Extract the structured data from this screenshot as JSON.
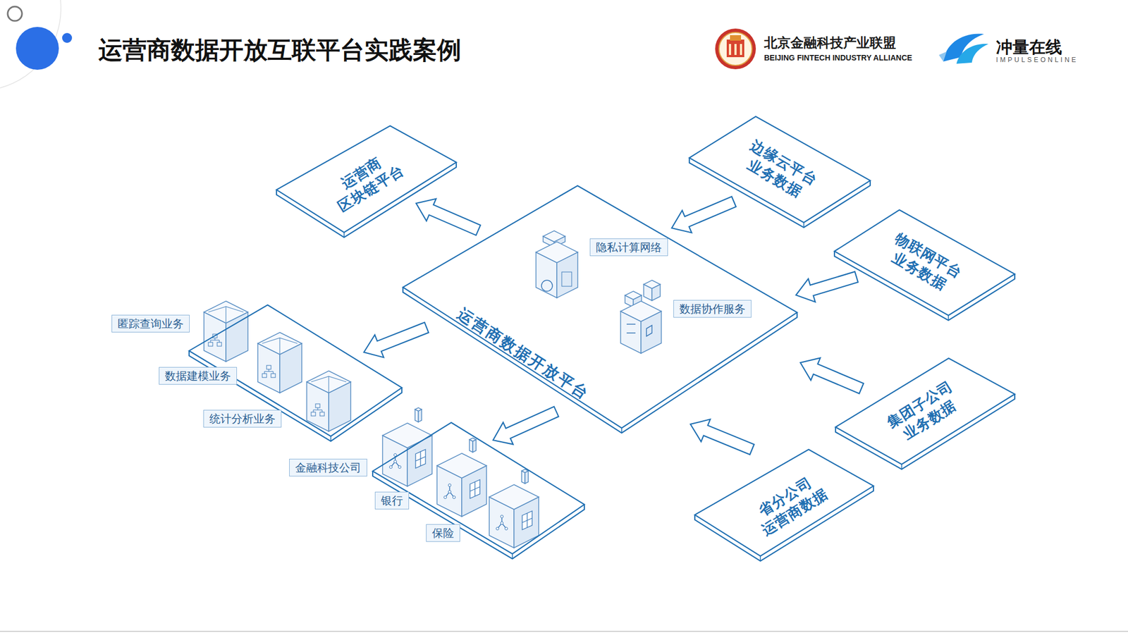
{
  "diagram": {
    "title": "运营商数据开放互联平台实践案例",
    "nodes": [
      {
        "text": [
          "运营商 区块链平台"
        ]
      },
      {
        "text": [
          "边缘云平台 业务数据"
        ]
      },
      {
        "text": [
          "物联网平台 业务数据"
        ]
      },
      {
        "text": [
          "运营商数据开放平台"
        ]
      },
      {
        "text": [
          "隐私计算网络"
        ],
        "in": 3
      },
      {
        "text": [
          "数据协作服务"
        ],
        "in": 3
      },
      {
        "text": [
          "匿踪查询业务",
          "数据建模业务",
          "统计分析业务"
        ]
      },
      {
        "text": [
          "集团子公司 业务数据"
        ]
      },
      {
        "text": [
          "金融科技公司",
          "银行",
          "保险"
        ]
      },
      {
        "text": [
          "省分公司 运营商数据"
        ]
      }
    ],
    "edges": [
      {
        "from": 3,
        "to": 0,
        "arrow": "to"
      },
      {
        "from": 1,
        "to": 3,
        "arrow": "to"
      },
      {
        "from": 2,
        "to": 3,
        "arrow": "to"
      },
      {
        "from": 7,
        "to": 3,
        "arrow": "to"
      },
      {
        "from": 9,
        "to": 3,
        "arrow": "to"
      },
      {
        "from": 3,
        "to": 6,
        "arrow": "to"
      },
      {
        "from": 3,
        "to": 8,
        "arrow": "to"
      }
    ],
    "labels": [
      "北京金融科技产业联盟",
      "BEIJING FINTECH INDUSTRY ALLIANCE",
      "冲量在线",
      "IMPULSEONLINE"
    ]
  }
}
